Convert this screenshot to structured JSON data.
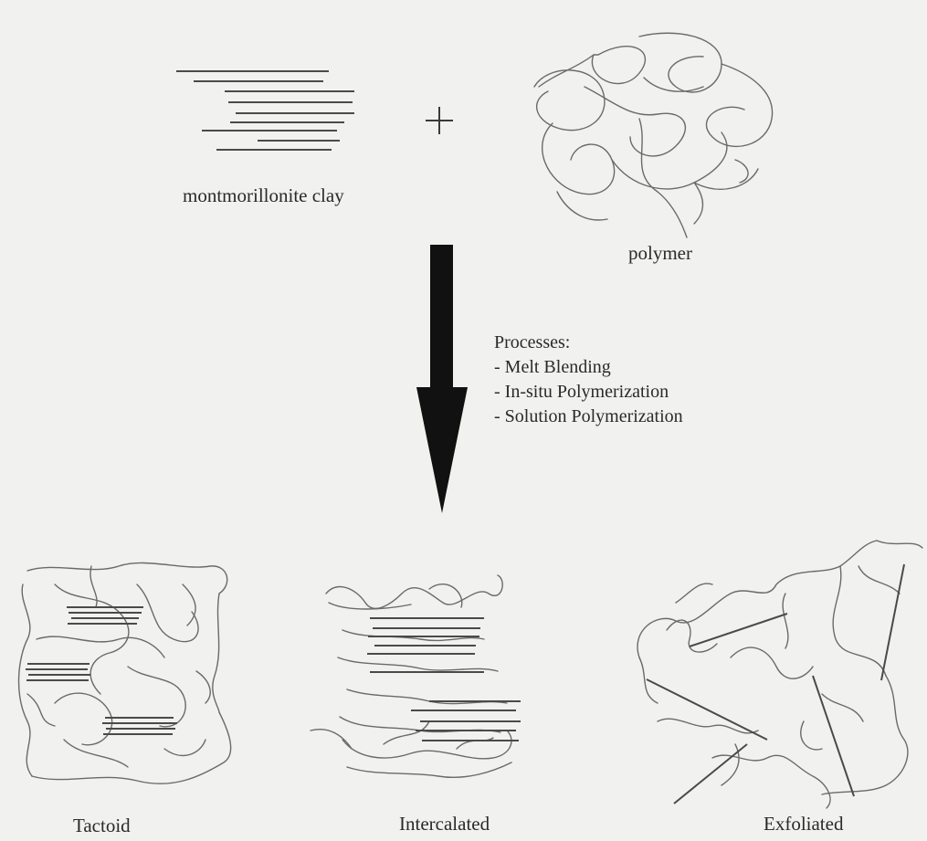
{
  "labels": {
    "clay": "montmorillonite clay",
    "polymer": "polymer",
    "plus": "+",
    "tactoid": "Tactoid",
    "intercalated": "Intercalated",
    "exfoliated": "Exfoliated"
  },
  "processes": {
    "heading": "Processes:",
    "items": [
      "- Melt Blending",
      "- In-situ Polymerization",
      "- Solution Polymerization"
    ]
  }
}
